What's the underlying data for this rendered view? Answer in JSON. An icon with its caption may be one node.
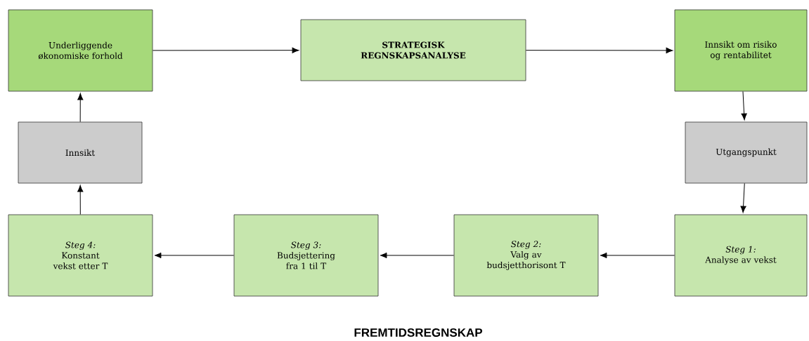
{
  "diagram": {
    "caption": "FREMTIDSREGNSKAP",
    "nodes": [
      {
        "text": [
          "Underliggende økonomiske forhold"
        ]
      },
      {
        "text": [
          "STRATEGISK REGNSKAPSANALYSE"
        ]
      },
      {
        "text": [
          "Innsikt om risiko og rentabilitet"
        ]
      },
      {
        "text": [
          "Innsikt"
        ]
      },
      {
        "text": [
          "Utgangspunkt"
        ]
      },
      {
        "text": [
          "Steg 1:",
          "Analyse av vekst"
        ]
      },
      {
        "text": [
          "Steg 2:",
          "Valg av budsjetthorisont T"
        ]
      },
      {
        "text": [
          "Steg 3:",
          "Budsjettering fra 1 til T"
        ]
      },
      {
        "text": [
          "Steg 4:",
          "Konstant vekst etter T"
        ]
      }
    ],
    "edges": [
      {
        "from": 0,
        "to": 1,
        "arrow": "to"
      },
      {
        "from": 1,
        "to": 2,
        "arrow": "to"
      },
      {
        "from": 2,
        "to": 4,
        "arrow": "to"
      },
      {
        "from": 4,
        "to": 5,
        "arrow": "to"
      },
      {
        "from": 5,
        "to": 6,
        "arrow": "to"
      },
      {
        "from": 6,
        "to": 7,
        "arrow": "to"
      },
      {
        "from": 7,
        "to": 8,
        "arrow": "to"
      },
      {
        "from": 8,
        "to": 3,
        "arrow": "to"
      },
      {
        "from": 3,
        "to": 0,
        "arrow": "to"
      }
    ]
  }
}
